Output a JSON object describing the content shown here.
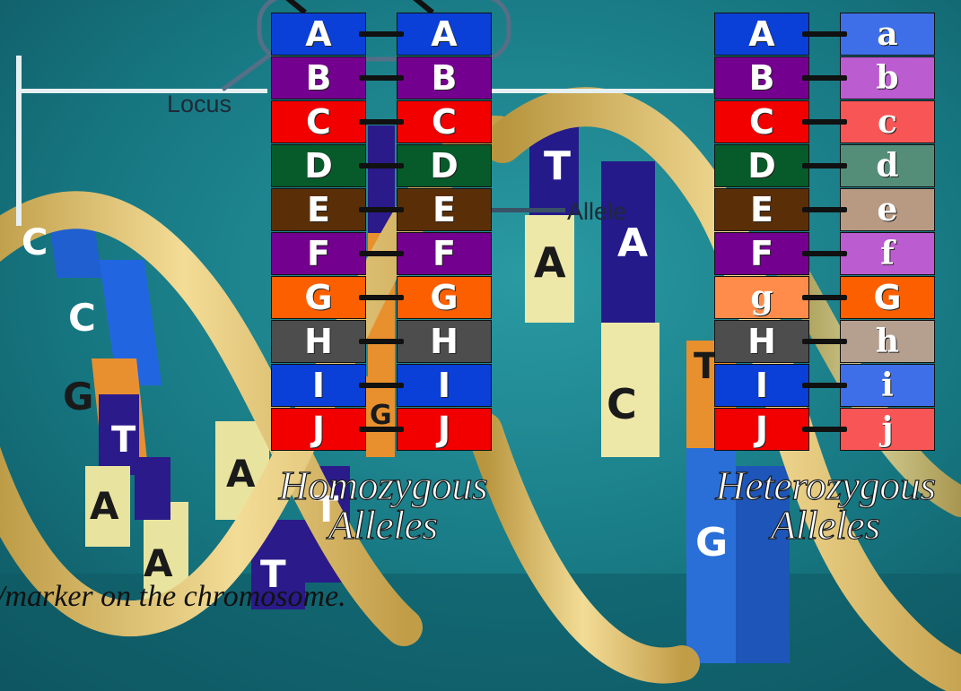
{
  "labels": {
    "locus": "Locus",
    "allele": "Allele",
    "homozygous_line1": "Homozygous",
    "homozygous_line2": "Alleles",
    "heterozygous_line1": "Heterozygous",
    "heterozygous_line2": "Alleles",
    "caption": "/marker on the chromosome."
  },
  "helix_bases": [
    "C",
    "C",
    "G",
    "T",
    "A",
    "A",
    "A",
    "T",
    "T",
    "A",
    "T",
    "A",
    "C",
    "G",
    "T",
    "G"
  ],
  "homozygous": {
    "left": [
      "A",
      "B",
      "C",
      "D",
      "E",
      "F",
      "G",
      "H",
      "I",
      "J"
    ],
    "right": [
      "A",
      "B",
      "C",
      "D",
      "E",
      "F",
      "G",
      "H",
      "I",
      "J"
    ],
    "left_colors": [
      "#0a3fd8",
      "#74008f",
      "#f20000",
      "#075a2a",
      "#5a2f07",
      "#74008f",
      "#fb5f00",
      "#4d4d4d",
      "#0a3fd8",
      "#f20000"
    ],
    "right_colors": [
      "#0a3fd8",
      "#74008f",
      "#f20000",
      "#075a2a",
      "#5a2f07",
      "#74008f",
      "#fb5f00",
      "#4d4d4d",
      "#0a3fd8",
      "#f20000"
    ]
  },
  "heterozygous": {
    "left": [
      "A",
      "B",
      "C",
      "D",
      "E",
      "F",
      "g",
      "H",
      "I",
      "J"
    ],
    "right": [
      "a",
      "b",
      "c",
      "d",
      "e",
      "f",
      "G",
      "h",
      "i",
      "j"
    ],
    "left_colors": [
      "#0a3fd8",
      "#74008f",
      "#f20000",
      "#075a2a",
      "#5a2f07",
      "#74008f",
      "#ff8c4a",
      "#4d4d4d",
      "#0a3fd8",
      "#f20000"
    ],
    "right_colors": [
      "#3f6fe8",
      "#bb5cd0",
      "#f85656",
      "#548e78",
      "#b89a83",
      "#bb5cd0",
      "#fb5f00",
      "#b5a090",
      "#3f6fe8",
      "#f85656"
    ]
  },
  "colors": {
    "background": "#1d7a86",
    "ribbon": "#e8cb7f",
    "locus_line": "#e6f0f2"
  }
}
